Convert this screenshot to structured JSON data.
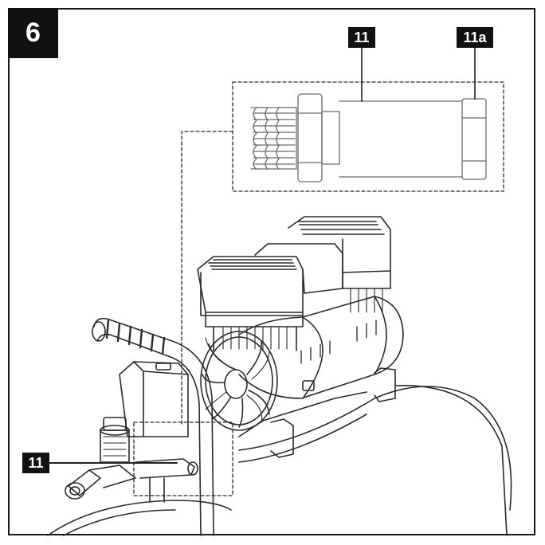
{
  "figure": {
    "number": "6"
  },
  "callouts": {
    "part_11_top": "11",
    "part_11a_top": "11a",
    "part_11_left": "11"
  },
  "colors": {
    "ink": "#111111",
    "line": "#2a2a2a",
    "background": "#ffffff"
  }
}
